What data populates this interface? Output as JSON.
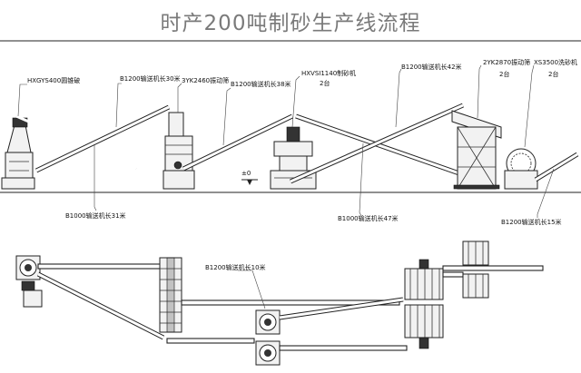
{
  "title": "时产200吨制砂生产线流程",
  "labels": {
    "cone_crusher": "HXGYS400圆锥破",
    "belt_b1200_30": "B1200输送机长30米",
    "screen_3yk2460": "3YK2460振动筛",
    "belt_b1200_38": "B1200输送机长38米",
    "sand_maker_name": "HXVSI1140制砂机",
    "sand_maker_qty": "2台",
    "belt_b1200_42": "B1200输送机长42米",
    "screen_2yk2870_name": "2YK2870振动筛",
    "screen_2yk2870_qty": "2台",
    "washer_name": "XS3500洗砂机",
    "washer_qty": "2台",
    "ground_mark": "±0",
    "belt_b1000_31": "B1000输送机长31米",
    "belt_b1000_47": "B1000输送机长47米",
    "belt_b1200_15": "B1200输送机长15米",
    "belt_b1200_10": "B1200输送机长10米"
  }
}
